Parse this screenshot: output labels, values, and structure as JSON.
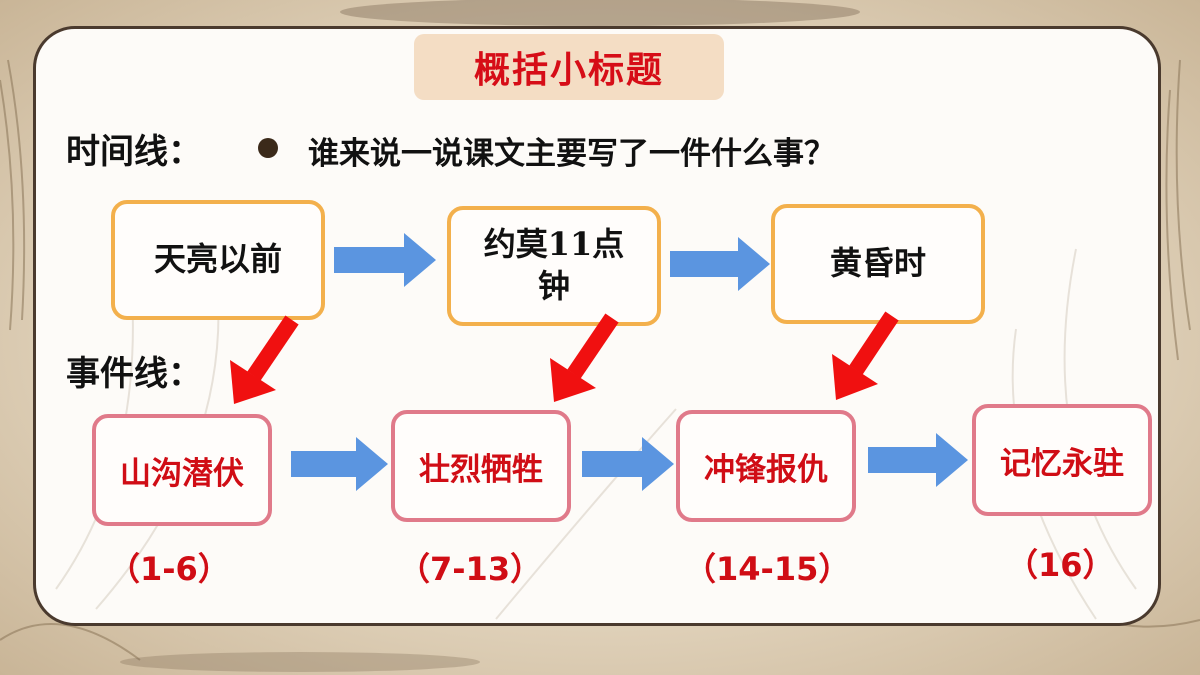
{
  "title": "概括小标题",
  "timeline_label": "时间线：",
  "event_label": "事件线：",
  "question": "谁来说一说课文主要写了一件什么事？",
  "time_points": [
    "天亮以前",
    "约莫11点钟",
    "黄昏时"
  ],
  "events": [
    {
      "name": "山沟潜伏",
      "range": "（1-6）"
    },
    {
      "name": "壮烈牺牲",
      "range": "（7-13）"
    },
    {
      "name": "冲锋报仇",
      "range": "（14-15）"
    },
    {
      "name": "记忆永驻",
      "range": "（16）"
    }
  ],
  "colors": {
    "title_text": "#d60d17",
    "title_bg": "#f4ddc4",
    "time_border": "#f3b04c",
    "event_border": "#e07a8a",
    "event_text": "#d00d15",
    "blue_arrow": "#5b95e0",
    "red_arrow": "#f01010"
  }
}
